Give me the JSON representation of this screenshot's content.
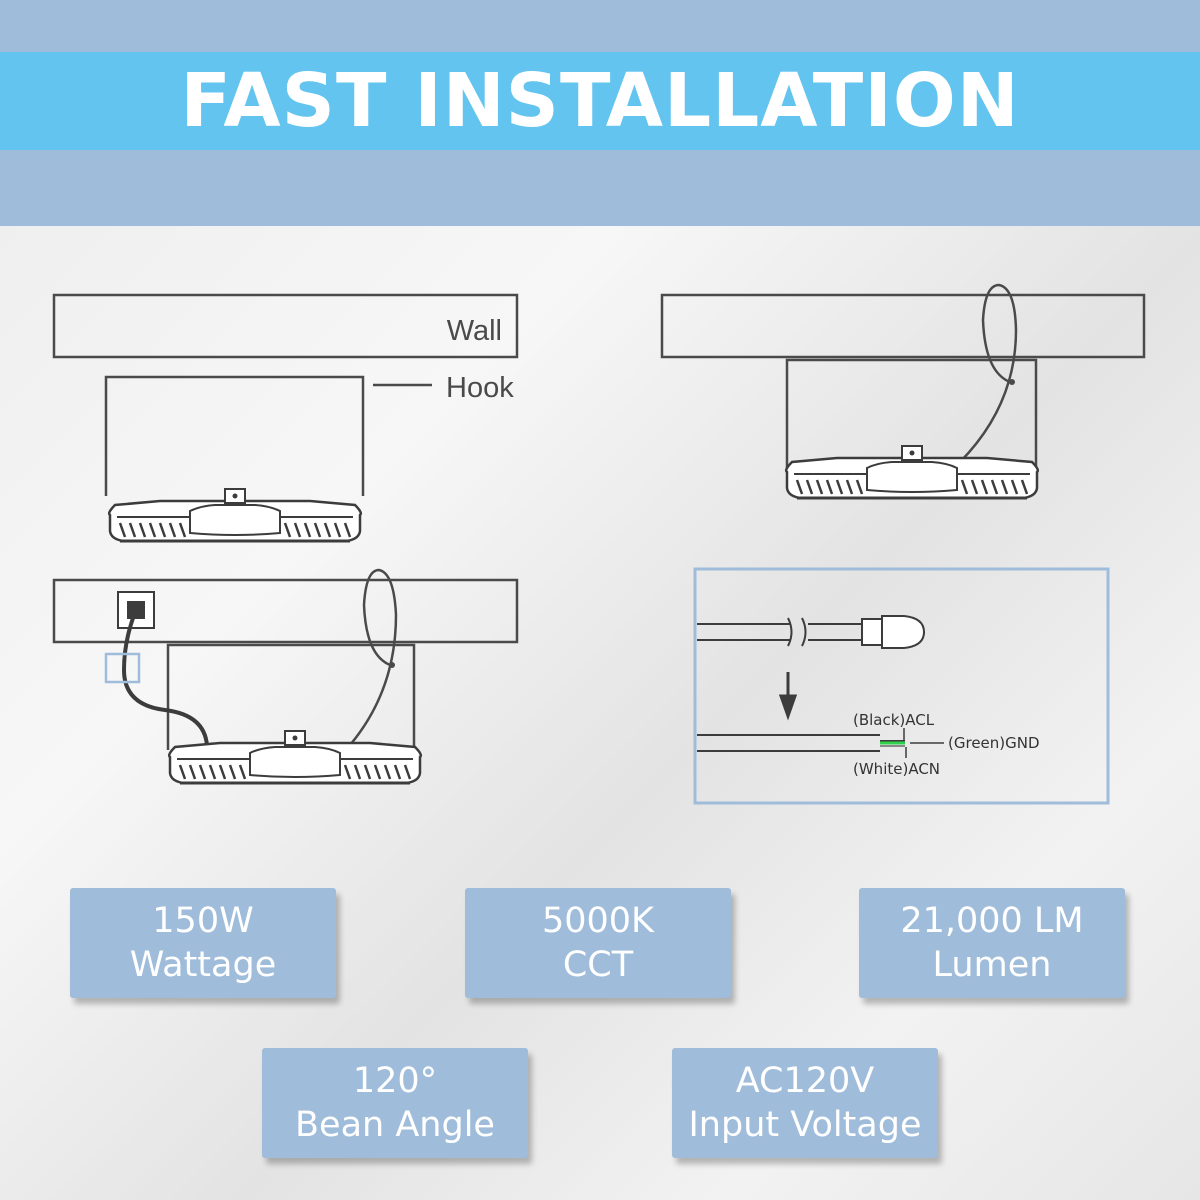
{
  "header": {
    "title": "FAST INSTALLATION"
  },
  "diagram": {
    "wall_label": "Wall",
    "hook_label": "Hook",
    "wire_black": "(Black)ACL",
    "wire_green": "(Green)GND",
    "wire_white": "(White)ACN"
  },
  "specs": [
    {
      "value": "150W",
      "label": "Wattage"
    },
    {
      "value": "5000K",
      "label": "CCT"
    },
    {
      "value": "21,000 LM",
      "label": "Lumen"
    },
    {
      "value": "120°",
      "label": "Bean Angle"
    },
    {
      "value": "AC120V",
      "label": "Input Voltage"
    }
  ],
  "colors": {
    "band": "#9fbcda",
    "title_bar": "#62c4ef",
    "green_wire": "#2fd24a",
    "frame_blue": "#9fbcda"
  }
}
